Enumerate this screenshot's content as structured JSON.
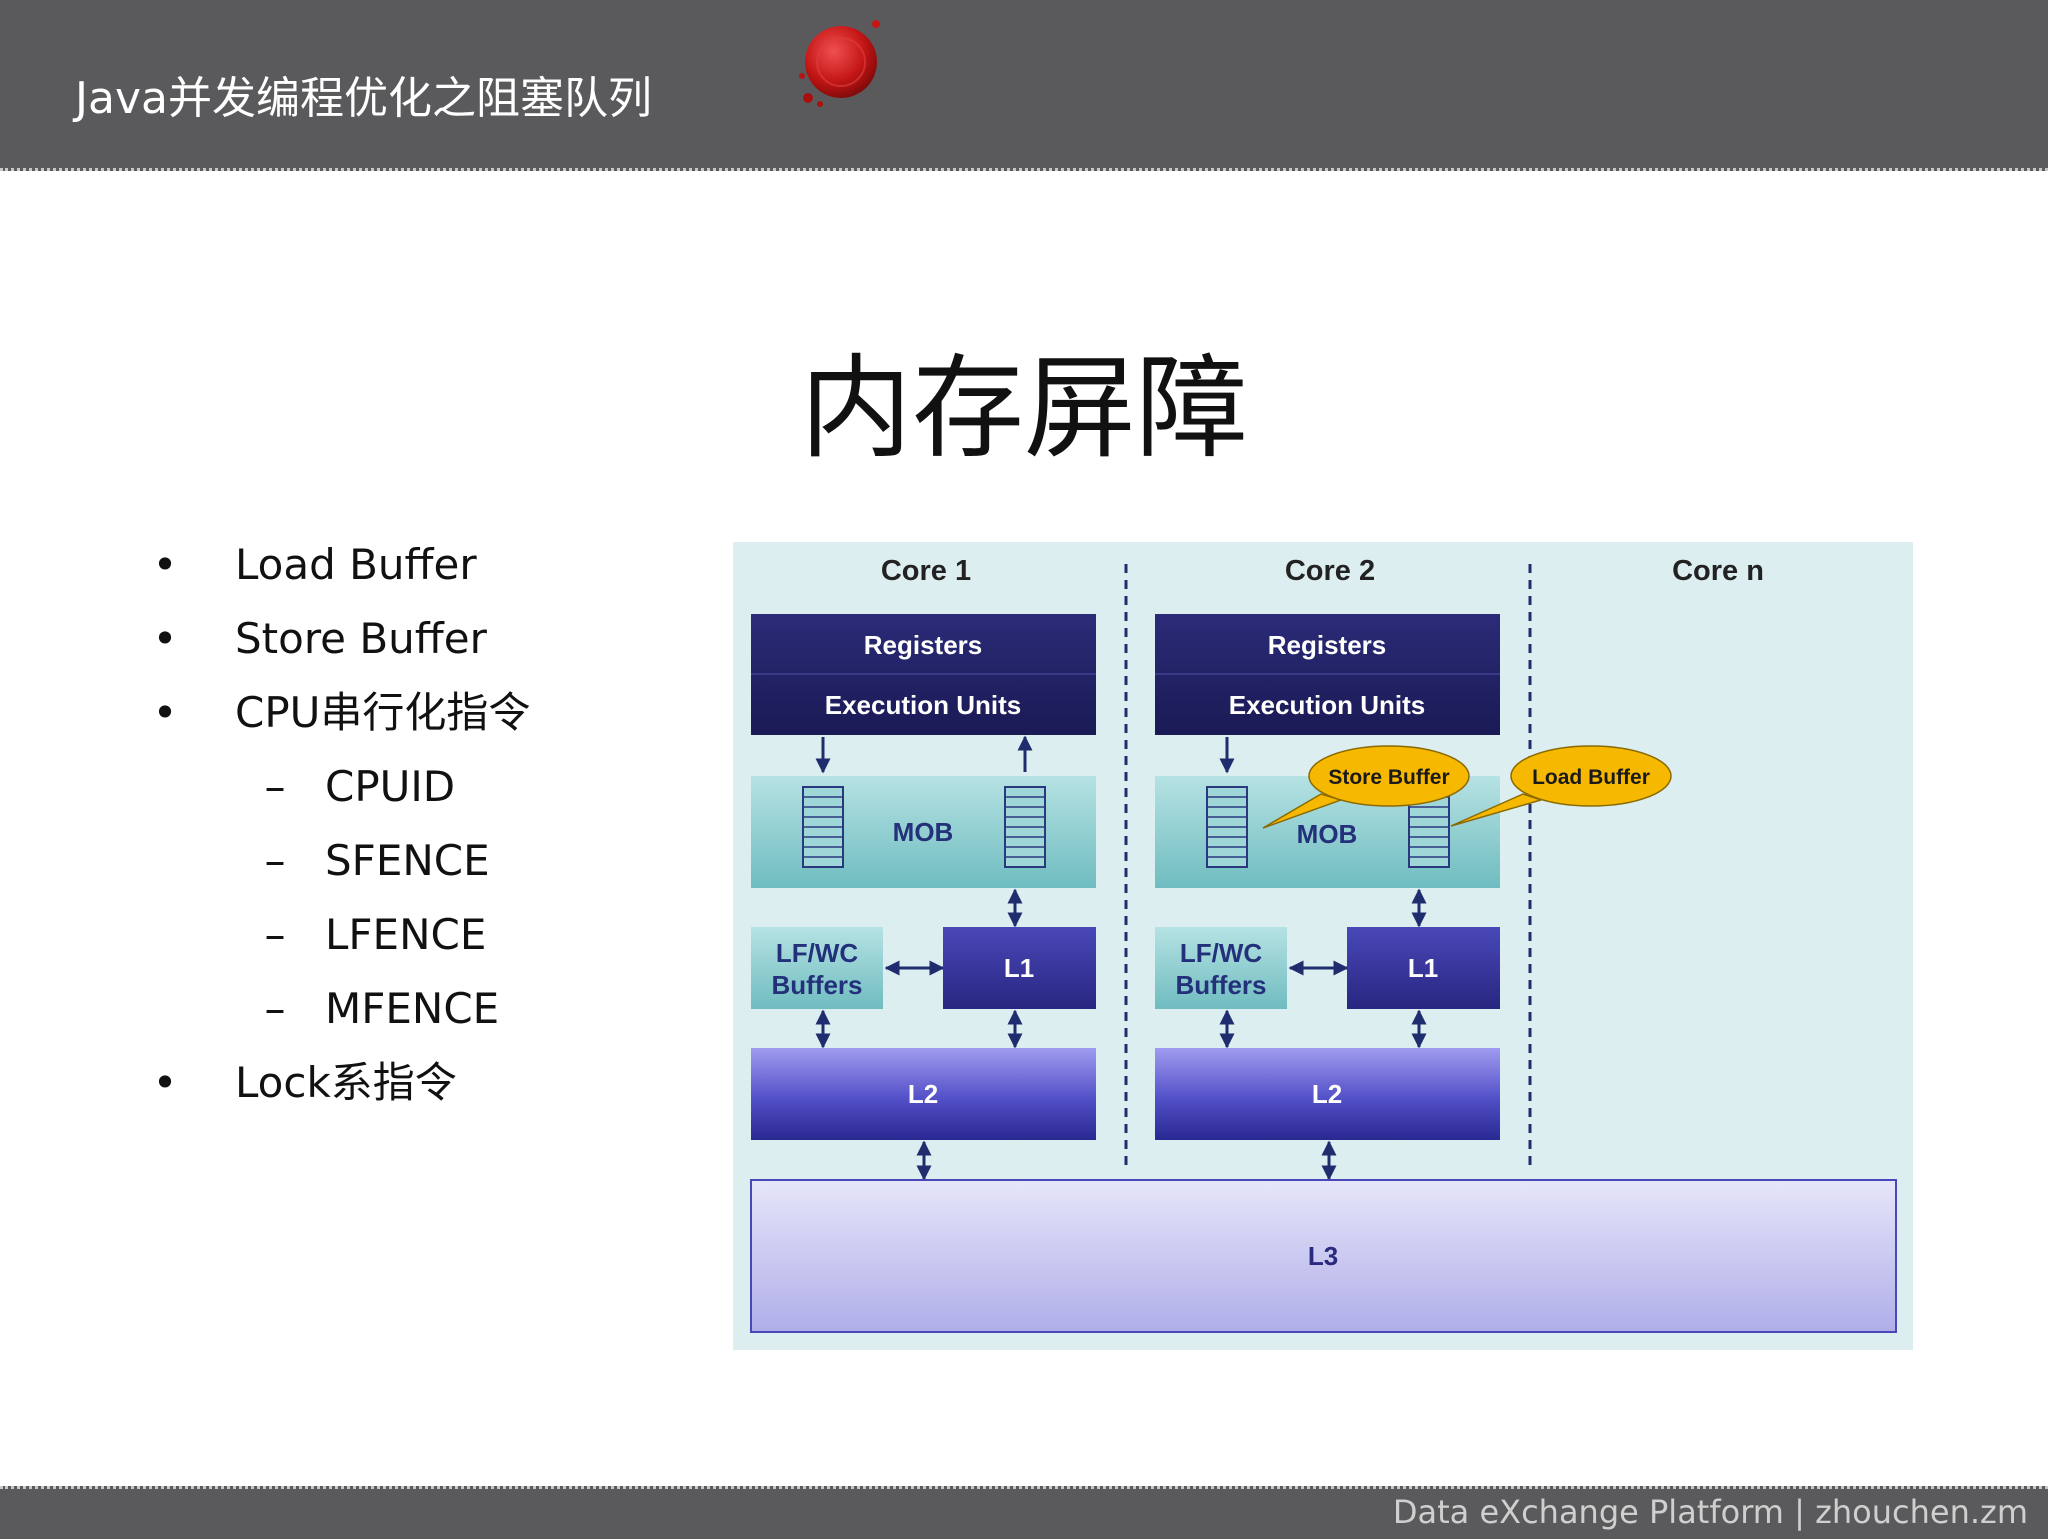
{
  "header": {
    "title": "Java并发编程优化之阻塞队列"
  },
  "slide": {
    "title": "内存屏障"
  },
  "bullets": [
    {
      "level": 1,
      "mark": "•",
      "text": "Load Buffer"
    },
    {
      "level": 1,
      "mark": "•",
      "text": "Store Buffer"
    },
    {
      "level": 1,
      "mark": "•",
      "text": "CPU串行化指令"
    },
    {
      "level": 2,
      "mark": "–",
      "text": "CPUID"
    },
    {
      "level": 2,
      "mark": "–",
      "text": "SFENCE"
    },
    {
      "level": 2,
      "mark": "–",
      "text": "LFENCE"
    },
    {
      "level": 2,
      "mark": "–",
      "text": "MFENCE"
    },
    {
      "level": 1,
      "mark": "•",
      "text": "Lock系指令"
    }
  ],
  "diagram": {
    "cores": [
      {
        "title": "Core 1",
        "registers": "Registers",
        "exec": "Execution Units",
        "mob": "MOB",
        "lfwc": [
          "LF/WC",
          "Buffers"
        ],
        "l1": "L1",
        "l2": "L2"
      },
      {
        "title": "Core 2",
        "registers": "Registers",
        "exec": "Execution Units",
        "mob": "MOB",
        "lfwc": [
          "LF/WC",
          "Buffers"
        ],
        "l1": "L1",
        "l2": "L2"
      },
      {
        "title": "Core n"
      }
    ],
    "callouts": {
      "store": "Store Buffer",
      "load": "Load Buffer"
    },
    "l3": "L3",
    "colors": {
      "background": "#dceef0",
      "dark_block": "#232368",
      "mob": "#8ccfd2",
      "cache": "#3d3aa8",
      "l3": "#c2c2ee",
      "callout": "#f6b800",
      "line": "#1f2d6e"
    }
  },
  "footer": {
    "text": "Data eXchange Platform | zhouchen.zm"
  }
}
